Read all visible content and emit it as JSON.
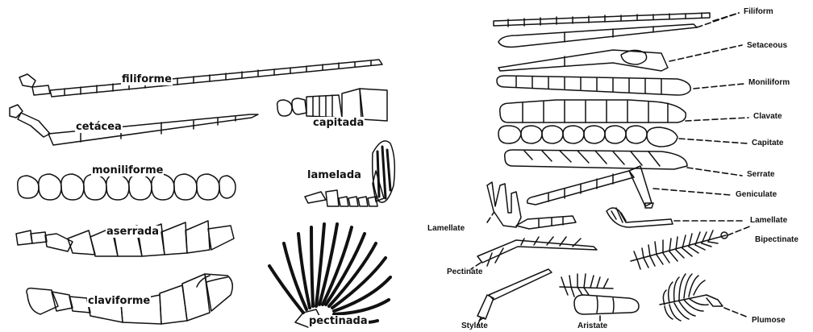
{
  "left_labels": {
    "filiforme": "filiforme",
    "cetacea": "cetácea",
    "moniliforme": "moniliforme",
    "aserrada": "aserrada",
    "claviforme": "claviforme",
    "capitada": "capitada",
    "lamelada": "lamelada",
    "pectinada": "pectinada"
  },
  "right_labels": {
    "filiform": "Filiform",
    "setaceous": "Setaceous",
    "moniliform": "Moniliform",
    "clavate": "Clavate",
    "capitate": "Capitate",
    "serrate": "Serrate",
    "geniculate": "Geniculate",
    "lamellate_right": "Lamellate",
    "lamellate_left": "Lamellate",
    "bipectinate": "Bipectinate",
    "pectinate": "Pectinate",
    "plumose": "Plumose",
    "stylate": "Stylate",
    "aristate": "Aristate"
  }
}
